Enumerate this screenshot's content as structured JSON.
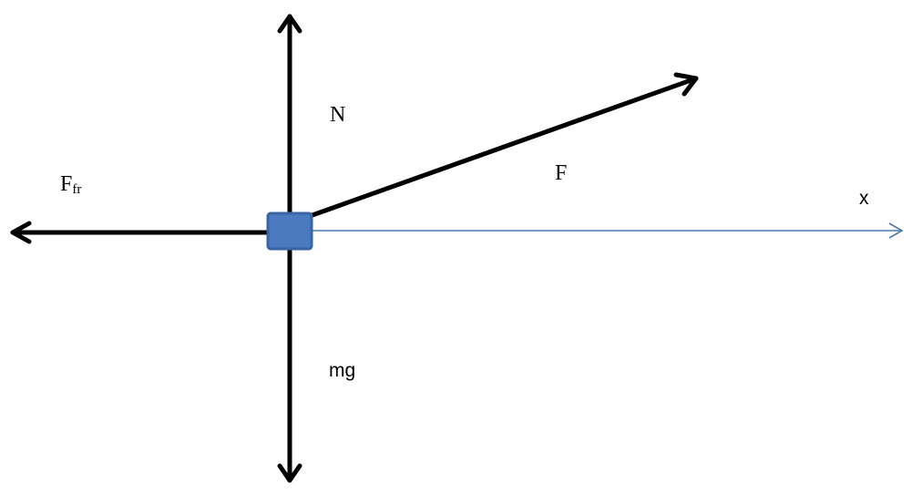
{
  "labels": {
    "normal": "N",
    "applied_force": "F",
    "friction_main": "F",
    "friction_sub": "fr",
    "axis": "x",
    "weight": "mg"
  },
  "colors": {
    "block_fill": "#4a7abf",
    "block_border": "#3a64a4",
    "axis": "#4a7ab0",
    "arrows": "#000000"
  }
}
